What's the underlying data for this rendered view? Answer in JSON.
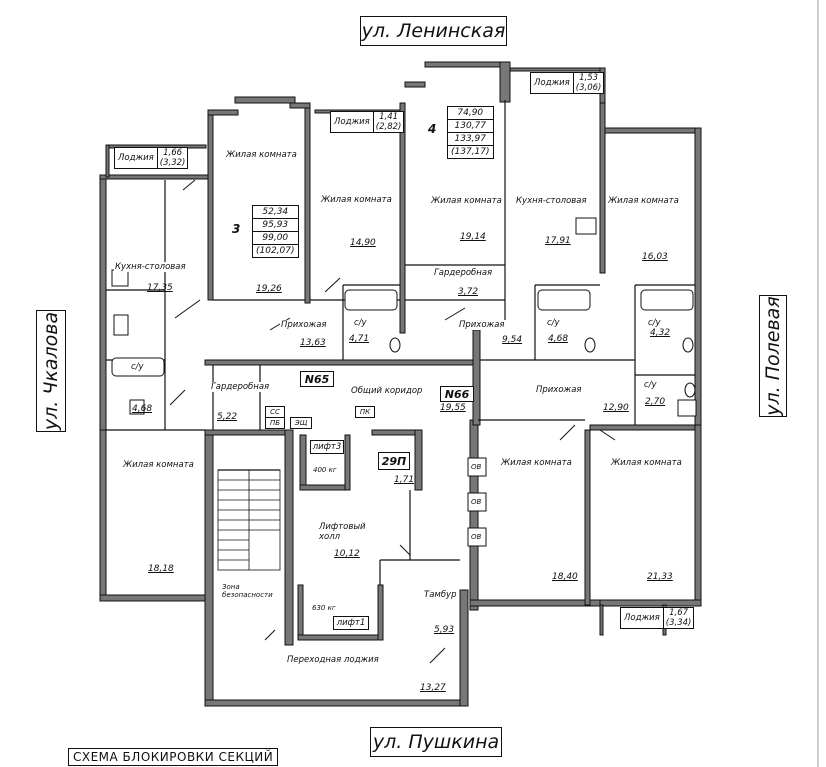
{
  "streets": {
    "top": "ул. Ленинская",
    "bottom": "ул. Пушкина",
    "left": "ул. Чкалова",
    "right": "ул. Полевая"
  },
  "caption": "СХЕМА БЛОКИРОВКИ СЕКЦИЙ",
  "apartments": [
    {
      "number": "3",
      "values": [
        "52,34",
        "95,93",
        "99,00",
        "(102,07)"
      ]
    },
    {
      "number": "4",
      "values": [
        "74,90",
        "130,77",
        "133,97",
        "(137,17)"
      ]
    }
  ],
  "loggias": [
    {
      "label": "Лоджия",
      "area": "1,66",
      "area_full": "(3,32)"
    },
    {
      "label": "Лоджия",
      "area": "1,41",
      "area_full": "(2,82)"
    },
    {
      "label": "Лоджия",
      "area": "1,53",
      "area_full": "(3,06)"
    },
    {
      "label": "Лоджия",
      "area": "1,67",
      "area_full": "(3,34)"
    }
  ],
  "rooms": {
    "living_room": "Жилая комната",
    "kitchen_dining": "Кухня-столовая",
    "hallway": "Прихожая",
    "wardrobe": "Гардеробная",
    "common_corridor": "Общий коридор",
    "elevator_hall": "Лифтовый холл",
    "vestibule": "Тамбур",
    "passage_loggia": "Переходная лоджия",
    "safety_zone": "Зона безопасности",
    "bathroom": "с/у"
  },
  "areas": {
    "kitchen_left": "17,35",
    "bath_left": "4,68",
    "living_left_upper": "19,26",
    "living_center_left": "14,90",
    "hall_center_left": "13,63",
    "bath_center_left": "4,71",
    "wardrobe_left": "5,22",
    "living_left_lower": "18,18",
    "living_center": "19,14",
    "wardrobe_center": "3,72",
    "hall_center": "9,54",
    "bath_center": "4,68",
    "kitchen_right": "17,91",
    "living_right": "16,03",
    "bath_right": "4,32",
    "hall_right": "12,90",
    "bath_right_small": "2,70",
    "corridor": "19,55",
    "elevator_hall_area": "10,12",
    "room_29": "1,71",
    "vestibule_area": "5,93",
    "loggia_passage_area": "13,27",
    "living_right_lower_a": "18,40",
    "living_right_lower_b": "21,33"
  },
  "markers": {
    "section_65": "N65",
    "section_66": "N66",
    "room_29": "29П",
    "lift2": "лифт3",
    "lift1": "лифт1",
    "lift2_cap": "400 кг",
    "lift1_cap": "630 кг",
    "pk": "ПК",
    "ss": "СС",
    "pb": "ПБ",
    "eshch": "ЭЩ",
    "ov": "ОВ"
  }
}
